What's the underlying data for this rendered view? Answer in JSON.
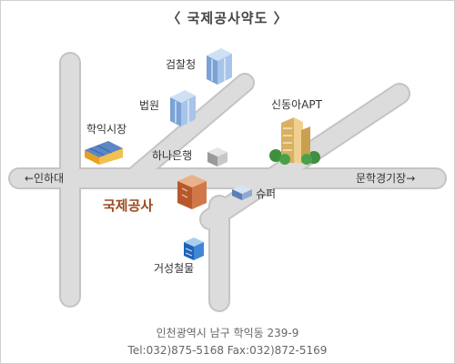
{
  "title": "〈 국제공사약도 〉",
  "colors": {
    "road": "#d9d9d9",
    "road_edge": "#c4c4c4",
    "focus_text": "#9a4a20",
    "text": "#333333"
  },
  "roads": {
    "west_label": "←인하대",
    "east_label": "문학경기장→"
  },
  "landmarks": {
    "prosecutor": {
      "label": "검찰청",
      "icon": "office-tower-icon"
    },
    "court": {
      "label": "법원",
      "icon": "office-tower-icon"
    },
    "market": {
      "label": "학익시장",
      "icon": "market-roof-icon"
    },
    "bank": {
      "label": "하나은행",
      "icon": "bank-building-icon"
    },
    "apartment": {
      "label": "신동아APT",
      "icon": "apartment-complex-icon"
    },
    "supermarket": {
      "label": "슈퍼",
      "icon": "shop-building-icon"
    },
    "hardware": {
      "label": "거성철물",
      "icon": "store-building-icon"
    },
    "company": {
      "label": "국제공사",
      "icon": "brick-building-icon"
    }
  },
  "address": {
    "line1": "인천광역시 남구 학익동 239-9",
    "line2": "Tel:032)875-5168 Fax:032)872-5169"
  }
}
